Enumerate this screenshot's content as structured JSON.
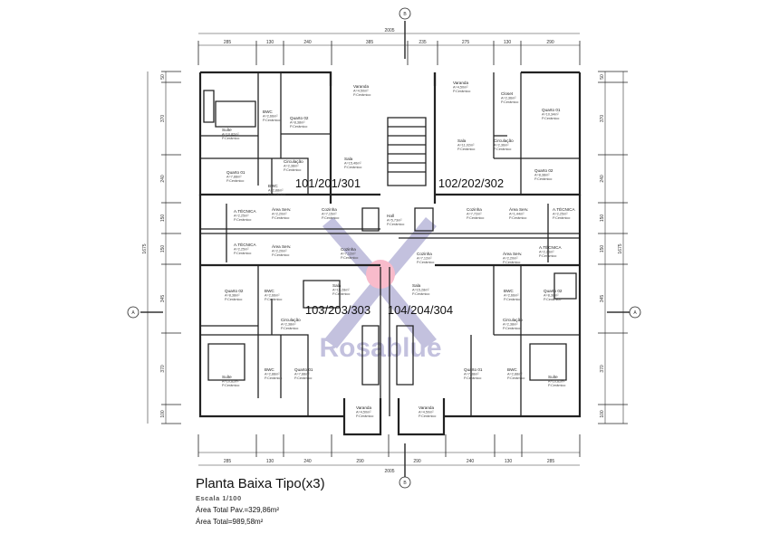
{
  "title": "Planta Baixa Tipo(x3)",
  "scale": "Escala 1/100",
  "area_pav": "Área Total Pav.=329,86m²",
  "area_total": "Área Total=989,58m²",
  "watermark": "Rosablue",
  "axes": {
    "top": "B",
    "bottom": "B",
    "left": "A",
    "right": "A"
  },
  "dimensions": {
    "top_total": "2005",
    "top_segments": [
      "285",
      "130",
      "240",
      "385",
      "235",
      "275",
      "130",
      "290"
    ],
    "bottom_total": "2005",
    "bottom_segments": [
      "285",
      "130",
      "240",
      "290",
      "290",
      "240",
      "130",
      "285"
    ],
    "left_total": "1675",
    "left_segments": [
      "50",
      "370",
      "240",
      "150",
      "150",
      "345",
      "370",
      "100"
    ],
    "right_total": "1675",
    "right_segments": [
      "50",
      "370",
      "240",
      "150",
      "150",
      "345",
      "370",
      "100"
    ]
  },
  "apartments": [
    "101/201/301",
    "102/202/302",
    "103/203/303",
    "104/204/304"
  ],
  "rooms": [
    {
      "name": "Suíte",
      "area": "A=10,82m²",
      "finish": "P.Cerâmico"
    },
    {
      "name": "BWC",
      "area": "A=2,66m²",
      "finish": "P.Cerâmico"
    },
    {
      "name": "Quarto 02",
      "area": "A=8,38m²",
      "finish": "P.Cerâmico"
    },
    {
      "name": "Varanda",
      "area": "A=4,50m²",
      "finish": "P.Cerâmico"
    },
    {
      "name": "Sala",
      "area": "A=15,46m²",
      "finish": "P.Cerâmico"
    },
    {
      "name": "Circulação",
      "area": "A=2,38m²",
      "finish": "P.Cerâmico"
    },
    {
      "name": "Quarto 01",
      "area": "A=7,88m²",
      "finish": "P.Cerâmico"
    },
    {
      "name": "BWC",
      "area": "A=2,88m²",
      "finish": "P.Cerâmico"
    },
    {
      "name": "A.TÉCNICA",
      "area": "A=2,25m²",
      "finish": "P.Cerâmico"
    },
    {
      "name": "Área Serv.",
      "area": "A=2,20m²",
      "finish": "P.Cerâmico"
    },
    {
      "name": "Cozinha",
      "area": "A=7,15m²",
      "finish": "P.Cerâmico"
    },
    {
      "name": "Varanda",
      "area": "A=4,50m²",
      "finish": "P.Cerâmico"
    },
    {
      "name": "Sala",
      "area": "A=11,02m²",
      "finish": "P.Cerâmico"
    },
    {
      "name": "Closet",
      "area": "A=2,36m²",
      "finish": "P.Cerâmico"
    },
    {
      "name": "Quarto 01",
      "area": "A=10,34m²",
      "finish": "P.Cerâmico"
    },
    {
      "name": "Circulação",
      "area": "A=2,36m²",
      "finish": "P.Cerâmico"
    },
    {
      "name": "Quarto 02",
      "area": "A=8,38m²",
      "finish": "P.Cerâmico"
    },
    {
      "name": "Cozinha",
      "area": "A=7,72m²",
      "finish": "P.Cerâmico"
    },
    {
      "name": "Área Serv.",
      "area": "A=1,44m²",
      "finish": "P.Cerâmico"
    },
    {
      "name": "A.TÉCNICA",
      "area": "A=2,25m²",
      "finish": "P.Cerâmico"
    },
    {
      "name": "Hall",
      "area": "A=5,73m²",
      "finish": "P.Cerâmico"
    },
    {
      "name": "A.TÉCNICA",
      "area": "A=2,25m²",
      "finish": "P.Cerâmico"
    },
    {
      "name": "Área Serv.",
      "area": "A=2,20m²",
      "finish": "P.Cerâmico"
    },
    {
      "name": "Cozinha",
      "area": "A=7,12m²",
      "finish": "P.Cerâmico"
    },
    {
      "name": "Quarto 02",
      "area": "A=8,38m²",
      "finish": "P.Cerâmico"
    },
    {
      "name": "BWC",
      "area": "A=2,66m²",
      "finish": "P.Cerâmico"
    },
    {
      "name": "Sala",
      "area": "A=15,28m²",
      "finish": "P.Cerâmico"
    },
    {
      "name": "Circulação",
      "area": "A=2,38m²",
      "finish": "P.Cerâmico"
    },
    {
      "name": "Suíte",
      "area": "A=10,82m²",
      "finish": "P.Cerâmico"
    },
    {
      "name": "BWC",
      "area": "A=2,88m²",
      "finish": "P.Cerâmico"
    },
    {
      "name": "Quarto 01",
      "area": "A=7,88m²",
      "finish": "P.Cerâmico"
    },
    {
      "name": "Varanda",
      "area": "A=4,50m²",
      "finish": "P.Cerâmico"
    },
    {
      "name": "Cozinha",
      "area": "A=7,12m²",
      "finish": "P.Cerâmico"
    },
    {
      "name": "Área Serv.",
      "area": "A=2,20m²",
      "finish": "P.Cerâmico"
    },
    {
      "name": "A.TÉCNICA",
      "area": "A=2,25m²",
      "finish": "P.Cerâmico"
    },
    {
      "name": "Sala",
      "area": "A=15,28m²",
      "finish": "P.Cerâmico"
    },
    {
      "name": "BWC",
      "area": "A=2,66m²",
      "finish": "P.Cerâmico"
    },
    {
      "name": "Quarto 02",
      "area": "A=8,38m²",
      "finish": "P.Cerâmico"
    },
    {
      "name": "Circulação",
      "area": "A=2,38m²",
      "finish": "P.Cerâmico"
    },
    {
      "name": "Quarto 01",
      "area": "A=7,88m²",
      "finish": "P.Cerâmico"
    },
    {
      "name": "BWC",
      "area": "A=2,88m²",
      "finish": "P.Cerâmico"
    },
    {
      "name": "Suíte",
      "area": "A=10,82m²",
      "finish": "P.Cerâmico"
    },
    {
      "name": "Varanda",
      "area": "A=4,50m²",
      "finish": "P.Cerâmico"
    }
  ],
  "colors": {
    "wall": "#222222",
    "line": "#555555",
    "logo_purple": "#7b78b8",
    "logo_pink": "#f06a8e"
  }
}
